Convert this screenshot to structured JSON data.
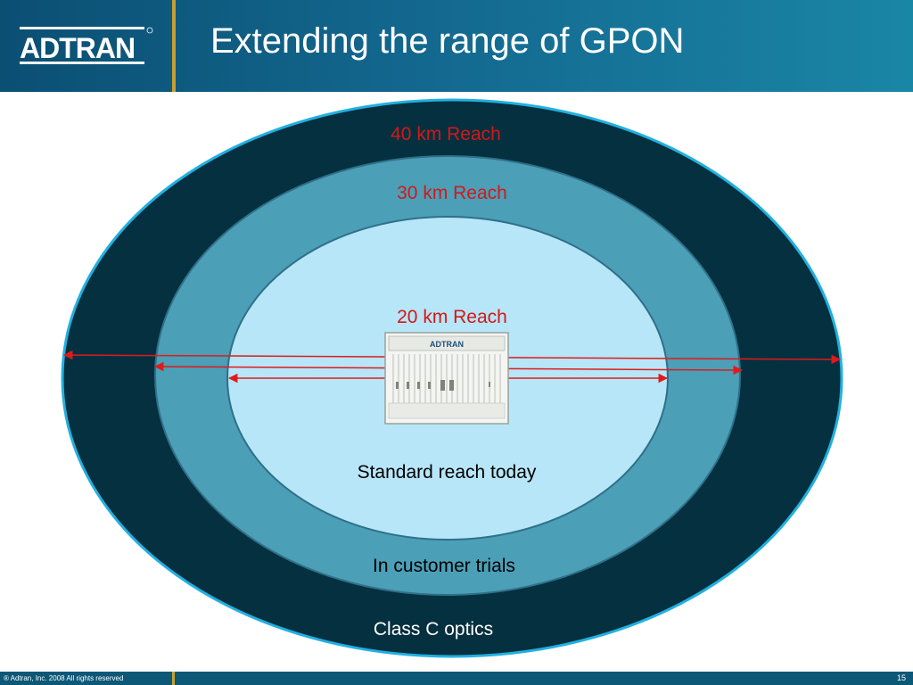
{
  "header": {
    "logo_text": "ADTRAN",
    "title": "Extending the range of GPON"
  },
  "diagram": {
    "outer_ring": {
      "label": "40 km Reach",
      "caption": "Class C optics"
    },
    "middle_ring": {
      "label": "30 km Reach",
      "caption": "In customer trials"
    },
    "inner_ring": {
      "label": "20 km Reach",
      "caption": "Standard reach today"
    },
    "device_label": "ADTRAN",
    "colors": {
      "outer": "#05303f",
      "middle": "#4b9fb7",
      "inner": "#b7e6f8",
      "rim": "#22b0e0",
      "reach_label": "#d41818",
      "arrow": "#e01a1a"
    }
  },
  "footer": {
    "copyright": "® Adtran, Inc. 2008 All rights reserved",
    "page_number": "15"
  }
}
